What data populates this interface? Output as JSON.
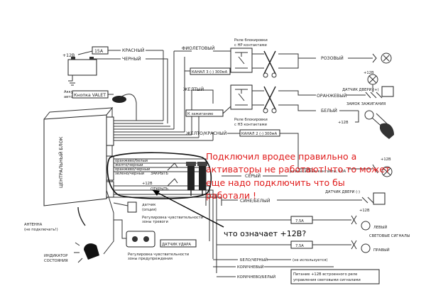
{
  "labels": {
    "plus12_battery": "+12В",
    "fuse_15a": "15А",
    "red": "КРАСНЫЙ",
    "black": "ЧЕРНЫЙ",
    "battery_1": "Аккумулятор",
    "battery_2": "автомобиля",
    "valet_button": "Кнопка VALET",
    "violet": "ФИОЛЕТОВЫЙ",
    "relay_top_1": "Реле блокировки",
    "relay_top_2": "с НР контактами",
    "channel3": "КАНАЛ 3 (-) 300мА",
    "pink": "РОЗОВЫЙ",
    "yellow": "ЖЕЛТЫЙ",
    "door_sensor_plus": "ДАТЧИК ДВЕРИ (+)",
    "orange": "ОРАНЖЕВЫЙ",
    "plus12_door": "+12В",
    "ignition_lock": "ЗАМОК ЗАЖИГАНИЯ",
    "to_ignition": "К зажиганию",
    "relay_bot_1": "Реле блокировки",
    "relay_bot_2": "с НЗ контактами",
    "white": "БЕЛЫЙ",
    "plus12_ign": "+12В",
    "yellow_red": "ЖЕЛТО/КРАСНЫЙ",
    "channel2": "КАНАЛ 2 (-) 300мА",
    "central_unit": "ЦЕНТРАЛЬНЫЙ БЛОК",
    "gray": "СЕРЫЙ",
    "open_contacts": "размыкаемые контакты, 10А",
    "door_sensor_minus": "ДАТЧИК ДВЕРИ (-)",
    "blue_white": "СИНЕ/БЕЛЫЙ",
    "plus12_bottom": "+12В",
    "fuse_75a_1": "7,5А",
    "left": "ЛЕВЫЙ",
    "fuse_75a_2": "7,5А",
    "signal_lights": "СВЕТОВЫЕ СИГНАЛЫ",
    "right": "ПРАВЫЙ",
    "white_black": "БЕЛО/ЧЕРНЫЙ",
    "not_used": "(не используется)",
    "brown": "КОРИЧНЕВЫЙ",
    "brown_white": "КОРИЧНЕВО/БЕЛЫЙ",
    "power_relay_1": "Питание +12В встроенного реле",
    "power_relay_2": "управления световыми сигналами",
    "antenna_1": "АНТЕННА",
    "antenna_2": "(не подключать!)",
    "indicator_1": "ИНДИКАТОР",
    "indicator_2": "СОСТОЯНИЯ",
    "sensor_1": "датчик",
    "sensor_2": "(опция)",
    "shock_sensor": "ДАТЧИК УДАРА",
    "sens_1": "Регулировка чувствительности",
    "sens_2": "зоны тревоги",
    "sens_3": "Регулировка чувствительности",
    "sens_4": "зоны предупреждения",
    "wire_a": "оранжево/белый",
    "wire_b": "желто/черный",
    "wire_c": "оранжево/черный",
    "wire_d": "зелено/черный",
    "closed": "ЗАКРЫТЬ",
    "open_act": "ОТКРЫТЬ",
    "plus12_act": "+12В"
  },
  "annotations": {
    "red_line_1": "Подключил вродее правильно а",
    "red_line_2": "активаторы не работают!что то может",
    "red_line_3": "еще надо подключить что бы",
    "red_line_4": "работали !",
    "question": "что означает +12В?"
  },
  "colors": {
    "annotation_red": "#e01a1a",
    "ink": "#222222",
    "paper": "#ffffff"
  }
}
